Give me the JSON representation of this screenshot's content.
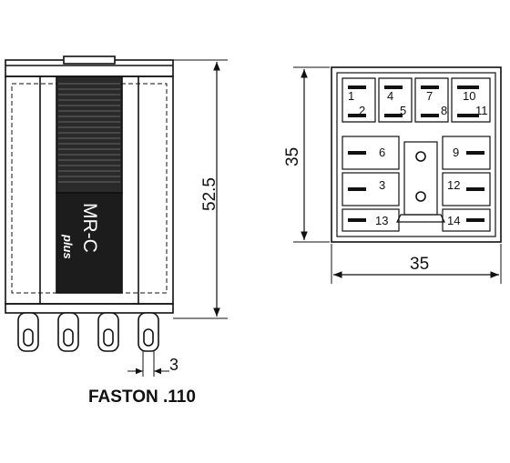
{
  "side_view": {
    "brand_label": "MR-C",
    "brand_sub": "plus",
    "height_dim": "52.5",
    "pin_pitch_dim": "3",
    "terminal_label": "FASTON .110"
  },
  "bottom_view": {
    "height_dim": "35",
    "width_dim": "35",
    "pins": [
      "1",
      "2",
      "3",
      "4",
      "5",
      "6",
      "7",
      "8",
      "9",
      "10",
      "11",
      "12",
      "13",
      "14"
    ]
  }
}
